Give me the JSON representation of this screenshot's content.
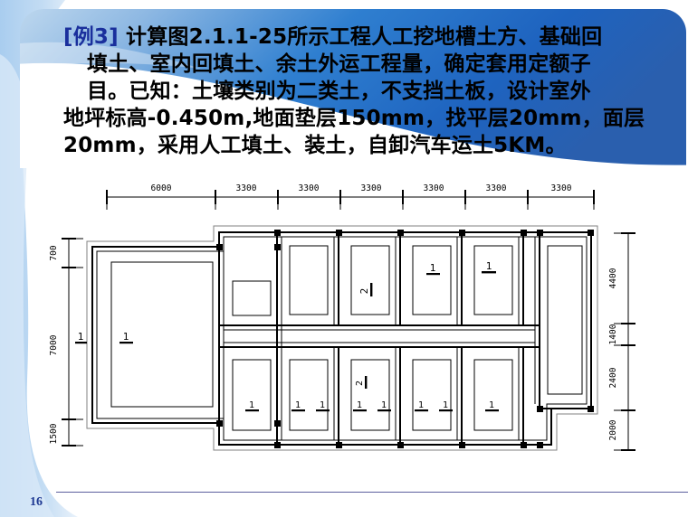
{
  "slide": {
    "page_number": "16",
    "accent_color": "#1f3a93",
    "banner_color_start": "#1769c4",
    "banner_color_end": "#2f6fc0",
    "rule_color": "#5b5f9e"
  },
  "title": {
    "tag": "[例3]",
    "line1_rest": " 计算图2.1.1-25所示工程人工挖地槽土方、基础回",
    "line2": "填土、室内回填土、余土外运工程量，确定套用定额子",
    "line3": "目。已知：土壤类别为二类土，不支挡土板，设计室外",
    "line4": "地坪标高-0.450m,地面垫层150mm，找平层20mm，面层",
    "line5": "20mm，采用人工填土、装土，自卸汽车运土5KM。",
    "full_text": "[例3] 计算图2.1.1-25所示工程人工挖地槽土方、基础回填土、室内回填土、余土外运工程量，确定套用定额子目。已知：土壤类别为二类土，不支挡土板，设计室外地坪标高-0.450m,地面垫层150mm，找平层20mm，面层20mm，采用人工填土、装土，自卸汽车运土5KM。"
  },
  "drawing": {
    "caption_ref": "图2.1.1-25",
    "units": "mm",
    "top_dimensions": [
      "6000",
      "3300",
      "3300",
      "3300",
      "3300",
      "3300",
      "3300"
    ],
    "left_dimensions": [
      "700",
      "7000",
      "1500"
    ],
    "right_dimensions": [
      "4400",
      "1400",
      "2400",
      "2000"
    ],
    "section_marks": {
      "left_outer": "1",
      "big_room": "1",
      "upper_row": [
        "2",
        "1",
        "1"
      ],
      "lower_row": [
        "1",
        "1",
        "1",
        "2",
        "1",
        "1",
        "1",
        "1",
        "1"
      ]
    },
    "room_labels_upper": [
      "",
      "",
      "2",
      "1",
      "1"
    ],
    "room_labels_lower": [
      "1",
      "1 1",
      "2 / 1 1",
      "1 1",
      "1"
    ]
  }
}
